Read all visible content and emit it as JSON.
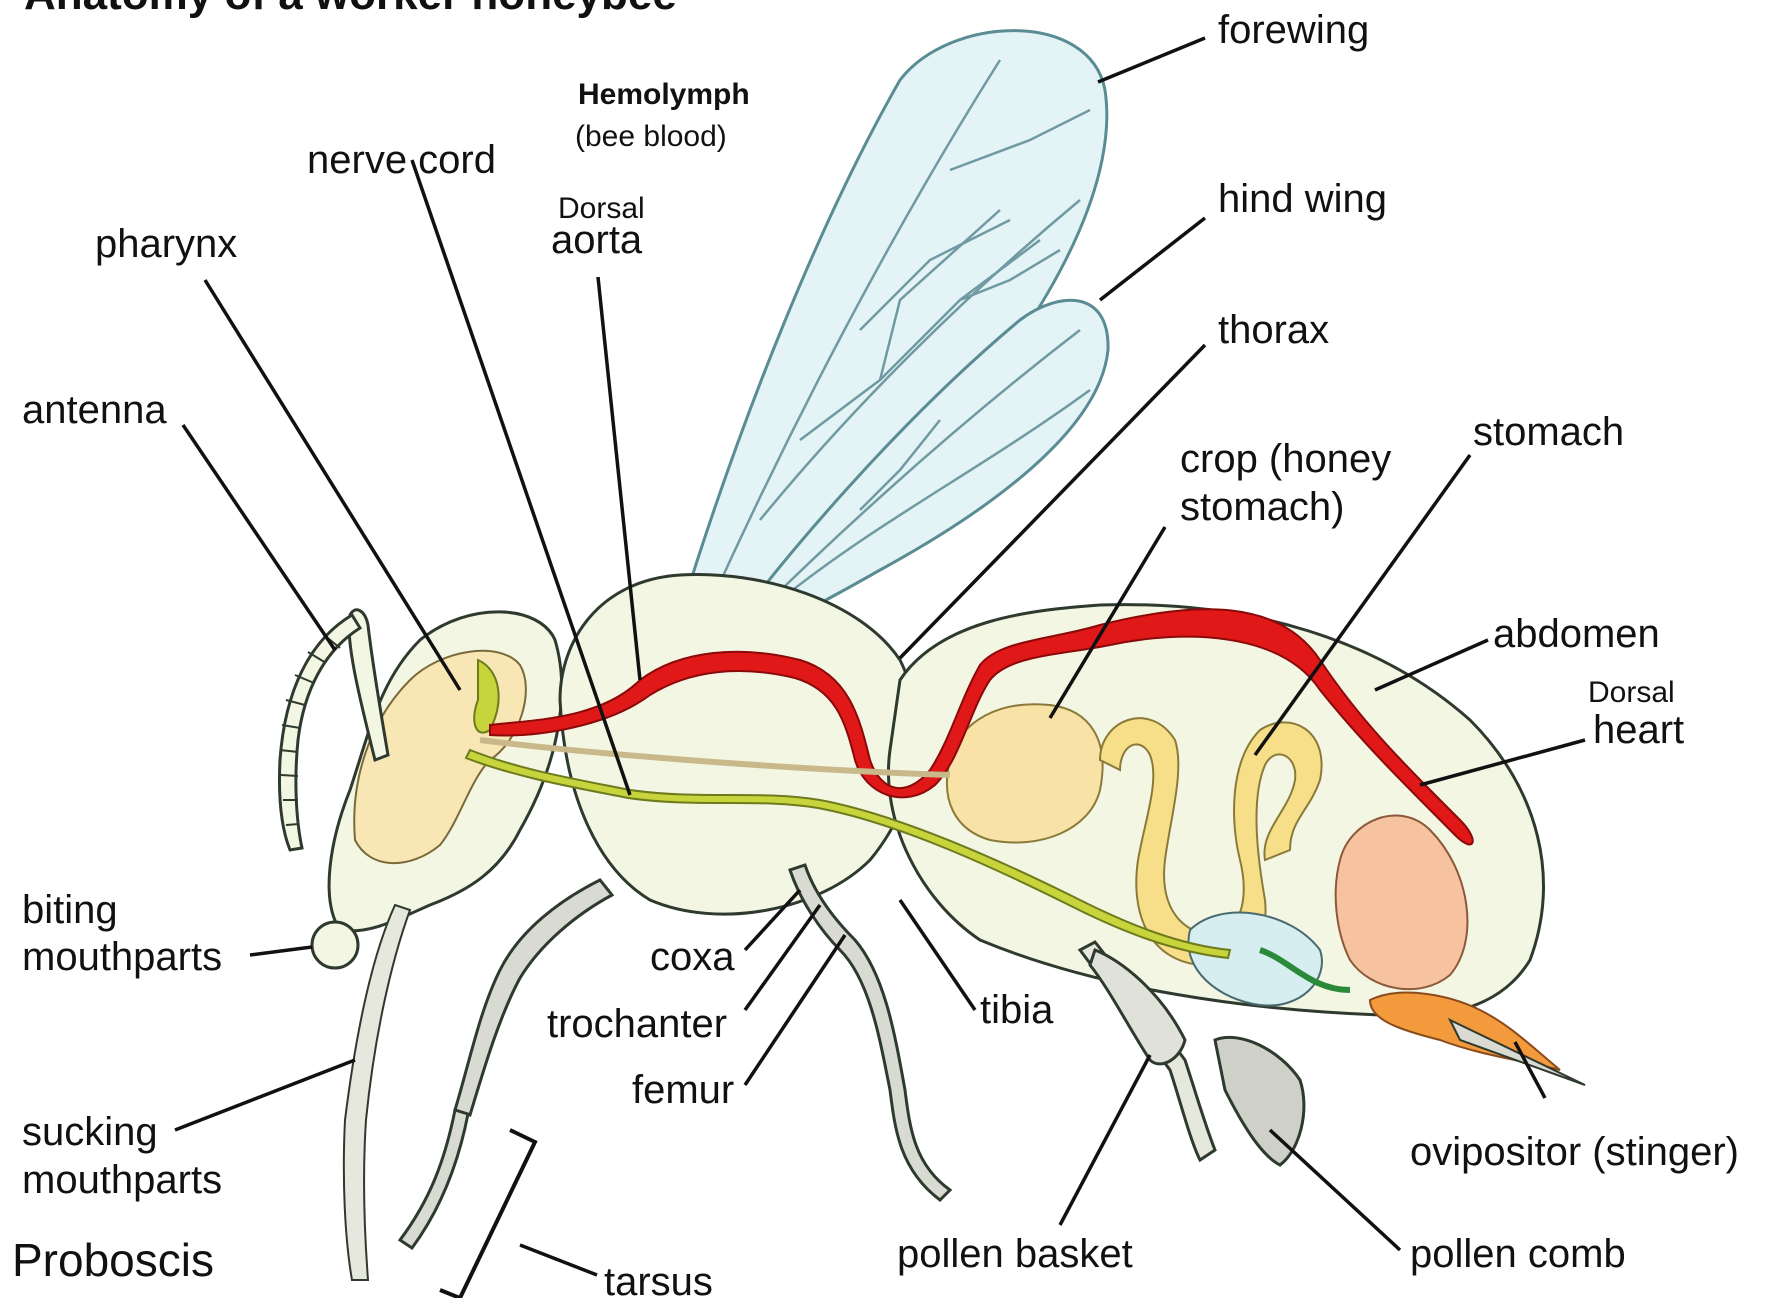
{
  "title": "Anatomy of a worker honeybee",
  "labels": {
    "forewing": "forewing",
    "hemolymph_title": "Hemolymph",
    "hemolymph_sub": "(bee blood)",
    "nerve_cord": "nerve cord",
    "dorsal_aorta_small": "Dorsal",
    "dorsal_aorta": "aorta",
    "hind_wing": "hind wing",
    "pharynx": "pharynx",
    "thorax": "thorax",
    "antenna": "antenna",
    "stomach": "stomach",
    "crop_line1": "crop (honey",
    "crop_line2": "stomach)",
    "abdomen": "abdomen",
    "dorsal_heart_small": "Dorsal",
    "dorsal_heart": "heart",
    "biting_line1": "biting",
    "biting_line2": "mouthparts",
    "coxa": "coxa",
    "trochanter": "trochanter",
    "tibia": "tibia",
    "femur": "femur",
    "sucking_line1": "sucking",
    "sucking_line2": "mouthparts",
    "ovipositor": "ovipositor (stinger)",
    "proboscis": "Proboscis",
    "tarsus": "tarsus",
    "pollen_basket": "pollen basket",
    "pollen_comb": "pollen comb"
  },
  "colors": {
    "body": "#f4f6e4",
    "outline": "#2e3a2e",
    "wing": "#e3f3f6",
    "wing_outline": "#5a8c94",
    "hemolymph": "#e01818",
    "nerve": "#c8d43c",
    "crop": "#f9e2a6",
    "stomach": "#f7df8a",
    "leg": "#d9dbd2",
    "venom": "#f6c2a0",
    "sting": "#f39a3c"
  }
}
